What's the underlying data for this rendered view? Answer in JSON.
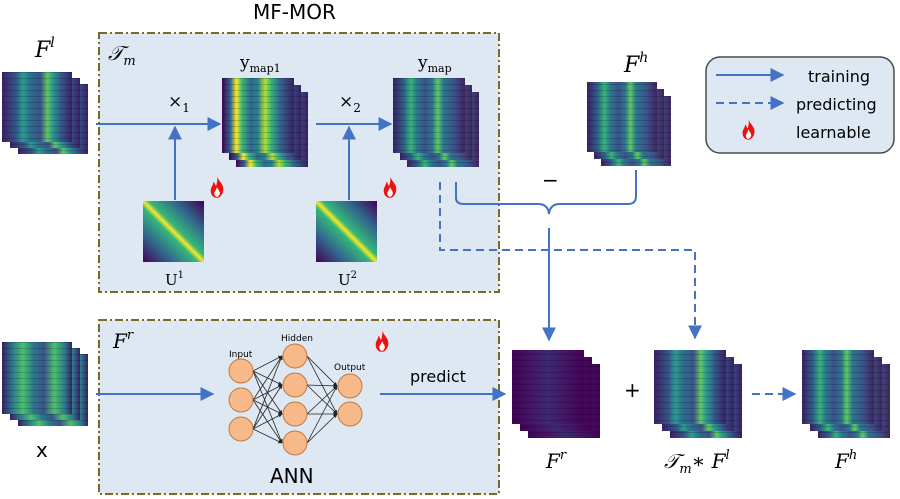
{
  "title": "MF-MOR",
  "labels": {
    "Fl": "F",
    "Fl_sup": "l",
    "Tm": "𝒯",
    "Tm_sub": "m",
    "ymap1": "y",
    "ymap1_sub": "map1",
    "ymap": "y",
    "ymap_sub": "map",
    "times1": "×",
    "times1_sub": "1",
    "times2": "×",
    "times2_sub": "2",
    "U1": "U",
    "U1_sup": "1",
    "U2": "U",
    "U2_sup": "2",
    "Fh": "F",
    "Fh_sup": "h",
    "minus": "−",
    "Fr_box": "F",
    "Fr_box_sup": "r",
    "x": "x",
    "ann_input": "Input",
    "ann_hidden": "Hidden",
    "ann_output": "Output",
    "ann": "ANN",
    "predict": "predict",
    "Fr_out": "F",
    "Fr_out_sup": "r",
    "plus": "+",
    "TmFl": "𝒯",
    "TmFl_sub": "m",
    "TmFl_op": "∗ F",
    "TmFl_sup": "l",
    "Fh_out": "F",
    "Fh_out_sup": "h"
  },
  "legend": {
    "training": "training",
    "predicting": "predicting",
    "learnable": "learnable"
  },
  "colors": {
    "arrow": "#4472c4",
    "box_fill": "#dde8f3",
    "box_border": "#7a6a2a",
    "neuron": "#f7b98a",
    "flame": "#ee1111"
  }
}
